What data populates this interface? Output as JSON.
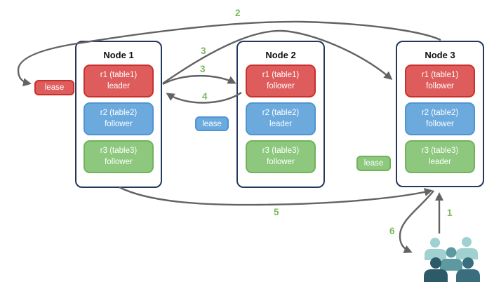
{
  "nodes": [
    {
      "title": "Node 1",
      "replicas": [
        {
          "name": "r1 (table1)",
          "role": "leader",
          "color": "red"
        },
        {
          "name": "r2 (table2)",
          "role": "follower",
          "color": "blue"
        },
        {
          "name": "r3 (table3)",
          "role": "follower",
          "color": "green"
        }
      ]
    },
    {
      "title": "Node 2",
      "replicas": [
        {
          "name": "r1 (table1)",
          "role": "follower",
          "color": "red"
        },
        {
          "name": "r2 (table2)",
          "role": "leader",
          "color": "blue"
        },
        {
          "name": "r3 (table3)",
          "role": "follower",
          "color": "green"
        }
      ]
    },
    {
      "title": "Node 3",
      "replicas": [
        {
          "name": "r1 (table1)",
          "role": "follower",
          "color": "red"
        },
        {
          "name": "r2 (table2)",
          "role": "follower",
          "color": "blue"
        },
        {
          "name": "r3 (table3)",
          "role": "leader",
          "color": "green"
        }
      ]
    }
  ],
  "leases": [
    {
      "label": "lease",
      "color": "#de5d5c"
    },
    {
      "label": "lease",
      "color": "#6caade"
    },
    {
      "label": "lease",
      "color": "#8dc87e"
    }
  ],
  "steps": [
    "2",
    "3",
    "3",
    "4",
    "5",
    "6",
    "1"
  ],
  "icons": {
    "users": "users-icon"
  },
  "colors": {
    "arrow": "#636363",
    "step": "#7cb85c",
    "node_border": "#24375c",
    "red_fill": "#de5d5c",
    "red_border": "#c9302c",
    "blue_fill": "#6caade",
    "blue_border": "#4f94d4",
    "green_fill": "#8dc87e",
    "green_border": "#72b35a",
    "people_light": "#9ed1cf",
    "people_medium": "#5d99a1",
    "people_dark": "#2c5a68",
    "people_dark2": "#3a6e7e"
  }
}
